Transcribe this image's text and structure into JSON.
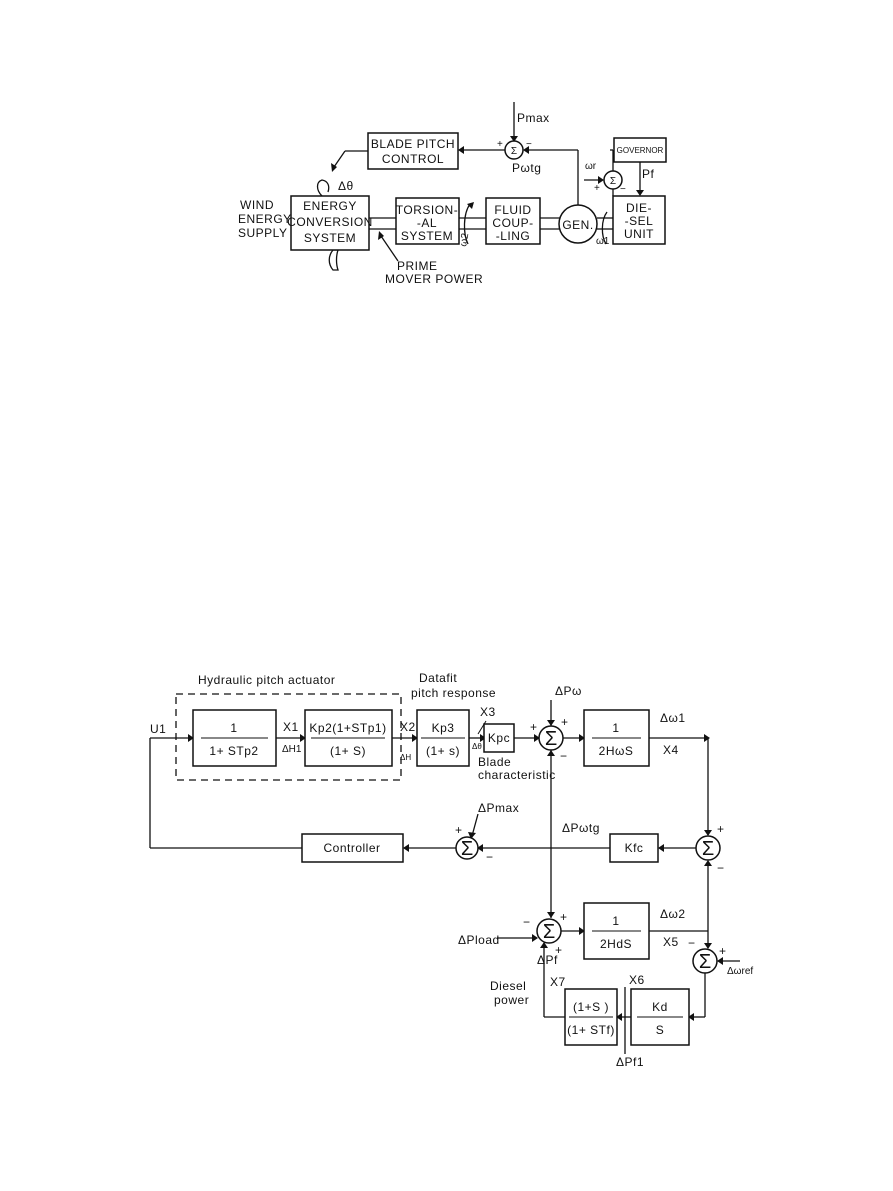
{
  "top_diagram": {
    "p_max": "Pmax",
    "p_omega_tg": "Pωtg",
    "blade_pitch_control": [
      "BLADE PITCH",
      "CONTROL"
    ],
    "governor": "GOVERNOR",
    "omega_r": "ωr",
    "p_f": "Pf",
    "delta_theta": "Δθ",
    "wind_energy_supply": [
      "WIND",
      "ENERGY",
      "SUPPLY"
    ],
    "energy_conversion_system": [
      "ENERGY",
      "CONVERSION",
      "SYSTEM"
    ],
    "torsional_system": [
      "TORSION-",
      "-AL",
      "SYSTEM"
    ],
    "omega_2": "ω2",
    "fluid_coupling": [
      "FLUID",
      "COUP-",
      "-LING"
    ],
    "gen": "GEN.",
    "omega_1": "ω1",
    "diesel_unit": [
      "DIE-",
      "-SEL",
      "UNIT"
    ],
    "prime_mover_power": [
      "PRIME",
      "MOVER POWER"
    ],
    "sum_symbol": "Σ",
    "plus": "+",
    "minus": "−"
  },
  "bottom_diagram": {
    "hydraulic_pitch_actuator": "Hydraulic  pitch actuator",
    "datafit_pitch_response": [
      "Datafit",
      "pitch response"
    ],
    "u1": "U1",
    "block1": {
      "num": "1",
      "den": "1+ STp2"
    },
    "x1": "X1",
    "dh1": "ΔH1",
    "block2": {
      "num": "Kp2(1+STp1)",
      "den": "(1+ S)"
    },
    "x2": "X2",
    "dh": "ΔH",
    "block3": {
      "num": "Kp3",
      "den": "(1+ s)"
    },
    "x3": "X3",
    "dtheta": "Δθ",
    "kpc": "Kpc",
    "blade_characteristic": [
      "Blade",
      "characteristic"
    ],
    "dp_omega": "ΔPω",
    "block_hw": {
      "num": "1",
      "den": "2HωS"
    },
    "d_omega1": "Δω1",
    "x4": "X4",
    "dp_max": "ΔPmax",
    "dp_omega_tg": "ΔPωtg",
    "controller": "Controller",
    "kfc": "Kfc",
    "dp_load": "ΔPload",
    "dp_f": "ΔPf",
    "block_hd": {
      "num": "1",
      "den": "2HdS"
    },
    "d_omega2": "Δω2",
    "x5": "X5",
    "d_omega_ref": "Δωref",
    "diesel_power": [
      "Diesel",
      "power"
    ],
    "x7": "X7",
    "x6": "X6",
    "block_lead": {
      "num": "(1+S )",
      "den": "(1+ STf)"
    },
    "block_kd": {
      "num": "Kd",
      "den": "S"
    },
    "dp_f1": "ΔPf1"
  }
}
